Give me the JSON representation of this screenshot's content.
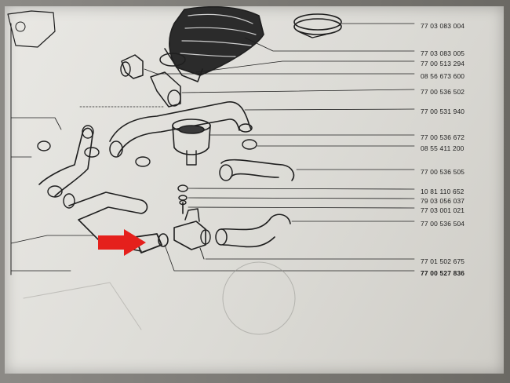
{
  "part_numbers": [
    {
      "label": "77 03 083 004"
    },
    {
      "label": "77 03 083 005"
    },
    {
      "label": "77 00 513 294"
    },
    {
      "label": "08 56 673 600"
    },
    {
      "label": "77 00 536 502"
    },
    {
      "label": "77 00 531 940"
    },
    {
      "label": "77 00 536 672"
    },
    {
      "label": "08 55 411 200"
    },
    {
      "label": "77 00 536 505"
    },
    {
      "label": "10 81 110 652"
    },
    {
      "label": "79 03 056 037"
    },
    {
      "label": "77 03 001 021"
    },
    {
      "label": "77 00 536 504"
    },
    {
      "label": "77 01 502 675"
    },
    {
      "label": "77 00 527 836"
    }
  ],
  "highlight": {
    "arrow_color": "#e5201c"
  },
  "colors": {
    "ink": "#1f1f1f",
    "paper": "#e6e5e0"
  }
}
